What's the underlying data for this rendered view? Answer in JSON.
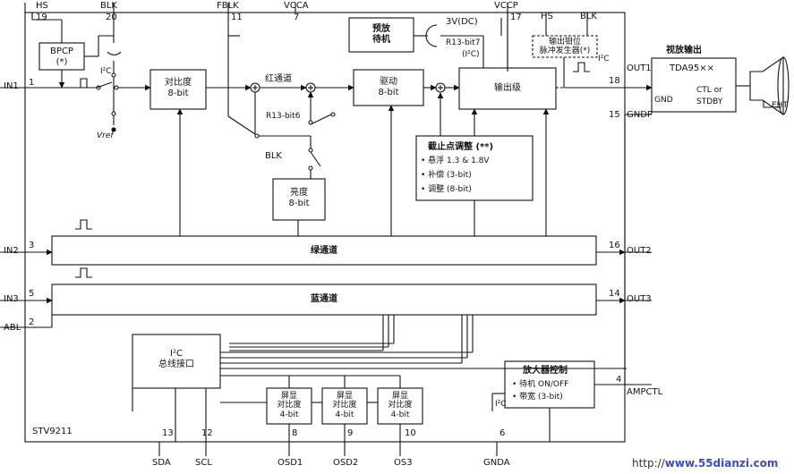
{
  "pins": {
    "hs_top": "HS",
    "blk_top": "BLK",
    "fblk": "FBLK",
    "vcca": "VCCA",
    "vccp": "VCCP",
    "n19": "19",
    "n20": "20",
    "n11": "11",
    "n7": "7",
    "n17": "17",
    "in1": "IN1",
    "n1": "1",
    "in2": "IN2",
    "n3": "3",
    "in3": "IN3",
    "n5": "5",
    "abl": "ABL",
    "n2": "2",
    "out1": "OUT1",
    "n18": "18",
    "gndp": "GNDP",
    "n15": "15",
    "out2": "OUT2",
    "n16": "16",
    "out3": "OUT3",
    "n14": "14",
    "ampctl": "AMPCTL",
    "n4": "4",
    "sda": "SDA",
    "n13": "13",
    "scl": "SCL",
    "n12": "12",
    "osd1": "OSD1",
    "n8": "8",
    "osd2": "OSD2",
    "n9": "9",
    "osd3": "OS3",
    "n10": "10",
    "gnda": "GNDA",
    "n6": "6"
  },
  "blocks": {
    "bpcp": "BPCP",
    "bpcp_note": "(*)",
    "contrast": "对比度",
    "contrast_bits": "8-bit",
    "red_channel": "红通道",
    "drive": "驱动",
    "drive_bits": "8-bit",
    "output_stage": "输出级",
    "standby": "预放",
    "standby2": "待机",
    "clamp": "输出钳位",
    "clamp2": "脉冲发生器(*)",
    "cutoff": "截止点调整 (**)",
    "cutoff_1": "• 悬浮 1.3 & 1.8V",
    "cutoff_2": "• 补偿 (3-bit)",
    "cutoff_3": "• 调整 (8-bit)",
    "brightness": "亮度",
    "brightness_bits": "8-bit",
    "green": "绿通道",
    "blue": "蓝通道",
    "i2c": "I²C",
    "i2c2": "总线接口",
    "osd_a": "屏显",
    "osd_b": "对比度",
    "osd_bits": "4-bit",
    "amp": "放大器控制",
    "amp_1": "• 待机 ON/OFF",
    "amp_2": "• 带宽 (3-bit)",
    "chip": "STV9211"
  },
  "labels": {
    "ic1": "I²C",
    "ic2": "I²C",
    "ic3": "(I²C)",
    "ic4": "I²C",
    "vref": "Vref",
    "r13b6": "R13-bit6",
    "blk_mid": "BLK",
    "dc3v": "3V(DC)",
    "r13b7": "R13-bit7",
    "hs2": "HS",
    "blk2": "BLK",
    "video_out": "视放输出",
    "tda": "TDA95××",
    "gnd": "GND",
    "ctl": "CTL or",
    "stdby": "STDBY",
    "eht": "EHT"
  },
  "watermark": {
    "prefix": "http://",
    "domain": "www.55dianzi.com"
  }
}
